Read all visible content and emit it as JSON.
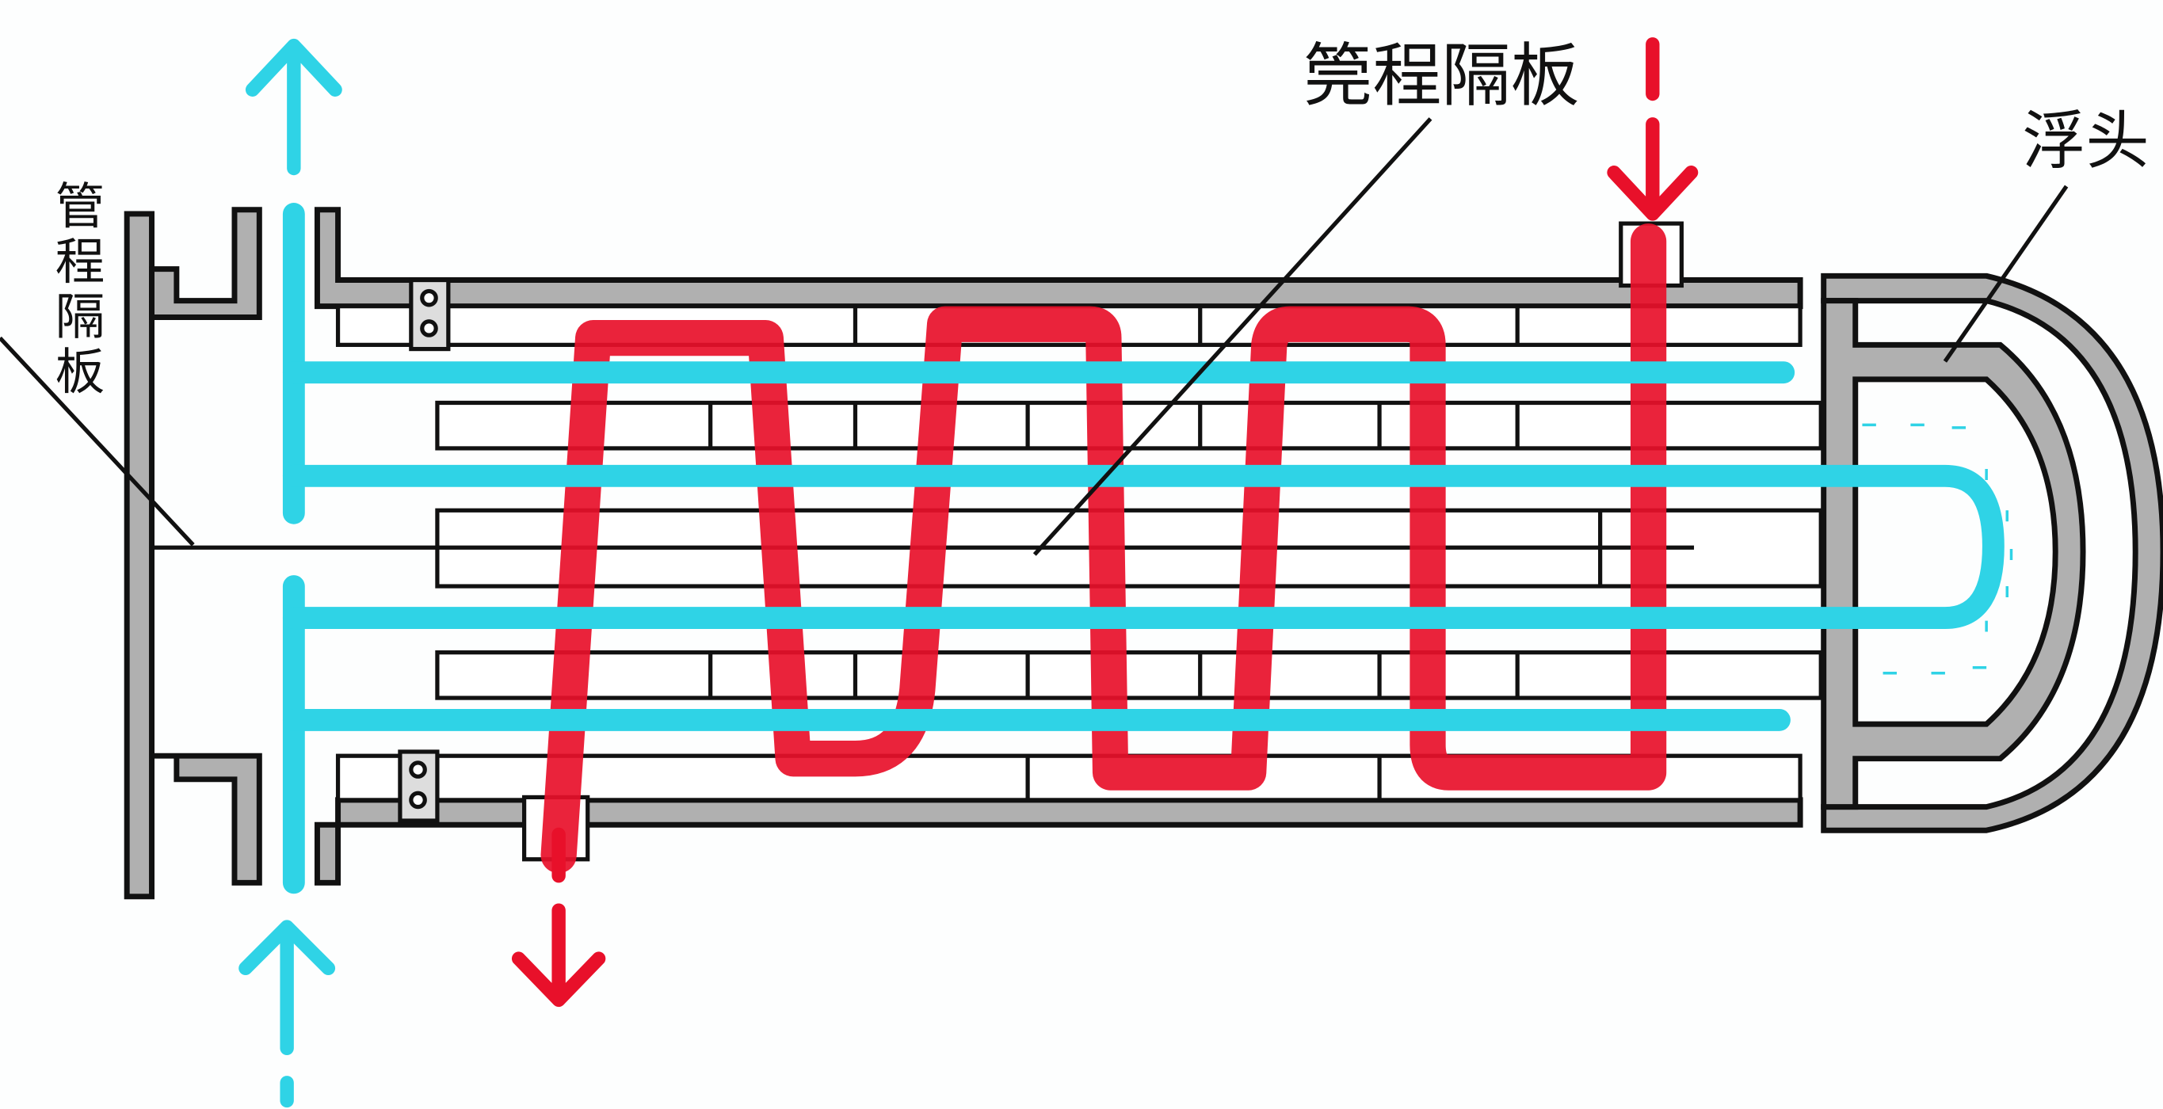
{
  "labels": {
    "top_partition": "筦程隔板",
    "left_partition": [
      "管",
      "程",
      "隔",
      "板"
    ],
    "floating_head": "浮头"
  },
  "colors": {
    "tube_side_fluid": "#2fd3e6",
    "shell_side_fluid": "#e8102a",
    "metal": "#a9a9a9",
    "outline": "#111111"
  },
  "icons": [
    "arrow-up-icon",
    "arrow-down-icon"
  ]
}
